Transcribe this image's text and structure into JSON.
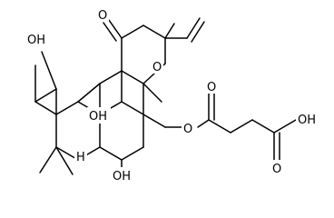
{
  "atoms": {
    "oh_top_left": "OH",
    "ketone_o": "O",
    "ring_o": "O",
    "oh_mid": "OH",
    "h_stereo": "H",
    "oh_bottom": "OH",
    "ester_o": "O",
    "ester_carbonyl_o": "O",
    "acid_oh": "OH",
    "acid_carbonyl_o": "O"
  },
  "colors": {
    "bond": "#000000",
    "background": "#ffffff"
  }
}
